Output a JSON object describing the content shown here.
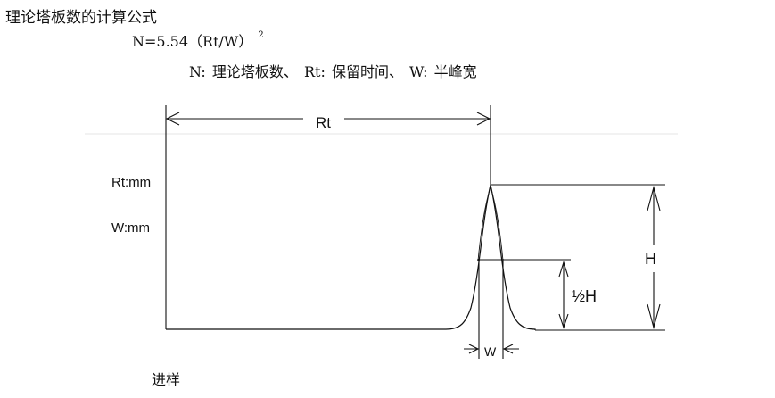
{
  "title": "理论塔板数的计算公式",
  "formula": {
    "main": "N=5.54（Rt/W）",
    "exponent": "2"
  },
  "legend": "N: 理论塔板数、 Rt: 保留时间、 W: 半峰宽",
  "diagram": {
    "rt_dimension_label": "Rt",
    "rt_unit_label": "Rt:mm",
    "w_unit_label": "W:mm",
    "height_label": "H",
    "half_height_label": "½H",
    "width_label": "W",
    "injection_label": "进样"
  }
}
